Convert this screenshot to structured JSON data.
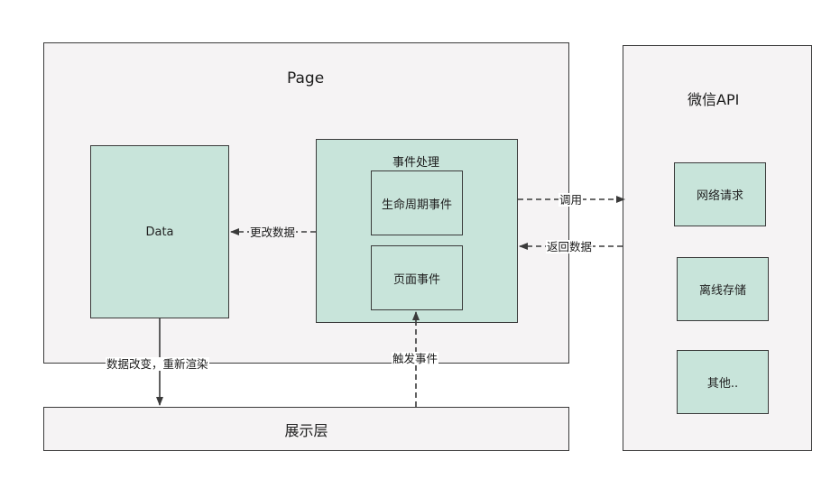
{
  "page": {
    "title": "Page"
  },
  "data_box": {
    "label": "Data"
  },
  "event_handling": {
    "title": "事件处理",
    "lifecycle": "生命周期事件",
    "page_event": "页面事件"
  },
  "view_layer": {
    "label": "展示层"
  },
  "wechat_api": {
    "title": "微信API",
    "network": "网络请求",
    "storage": "离线存储",
    "other": "其他.."
  },
  "edges": {
    "update_data": "更改数据",
    "data_changed": "数据改变，重新渲染",
    "trigger_event": "触发事件",
    "call": "调用",
    "return_data": "返回数据"
  },
  "colors": {
    "node_fill": "#c8e4da",
    "container_fill": "#f5f3f4",
    "stroke": "#3a3a3a"
  }
}
